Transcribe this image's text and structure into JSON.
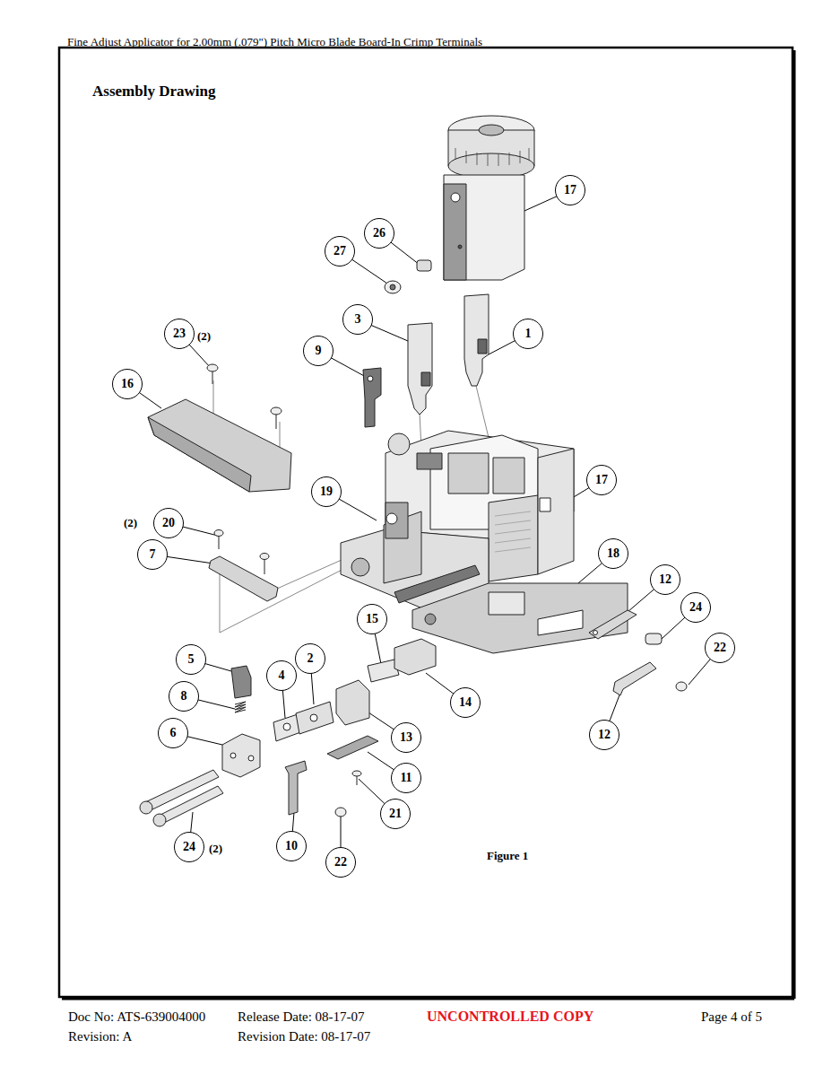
{
  "diagram": {
    "title": "Assembly Drawing",
    "caption": "Figure 1",
    "nodes": [
      {
        "text": [
          "17"
        ]
      },
      {
        "text": [
          "26"
        ]
      },
      {
        "text": [
          "27"
        ]
      },
      {
        "text": [
          "3"
        ]
      },
      {
        "text": [
          "23"
        ]
      },
      {
        "text": [
          "1"
        ]
      },
      {
        "text": [
          "9"
        ]
      },
      {
        "text": [
          "16"
        ]
      },
      {
        "text": [
          "17"
        ]
      },
      {
        "text": [
          "19"
        ]
      },
      {
        "text": [
          "20"
        ]
      },
      {
        "text": [
          "7"
        ]
      },
      {
        "text": [
          "18"
        ]
      },
      {
        "text": [
          "12"
        ]
      },
      {
        "text": [
          "24"
        ]
      },
      {
        "text": [
          "15"
        ]
      },
      {
        "text": [
          "22"
        ]
      },
      {
        "text": [
          "5"
        ]
      },
      {
        "text": [
          "2"
        ]
      },
      {
        "text": [
          "4"
        ]
      },
      {
        "text": [
          "8"
        ]
      },
      {
        "text": [
          "14"
        ]
      },
      {
        "text": [
          "6"
        ]
      },
      {
        "text": [
          "12"
        ]
      },
      {
        "text": [
          "13"
        ]
      },
      {
        "text": [
          "11"
        ]
      },
      {
        "text": [
          "21"
        ]
      },
      {
        "text": [
          "24"
        ]
      },
      {
        "text": [
          "10"
        ]
      },
      {
        "text": [
          "22"
        ]
      }
    ],
    "edges": [],
    "labels": [
      "Fine Adjust Applicator for 2.00mm (.079\") Pitch Micro Blade Board-In Crimp Terminals",
      "(2)",
      "(2)",
      "(2)",
      "Doc No: ATS-639004000",
      "Release Date: 08-17-07",
      "UNCONTROLLED COPY",
      "Page 4 of 5",
      "Revision: A",
      "Revision Date: 08-17-07"
    ]
  }
}
